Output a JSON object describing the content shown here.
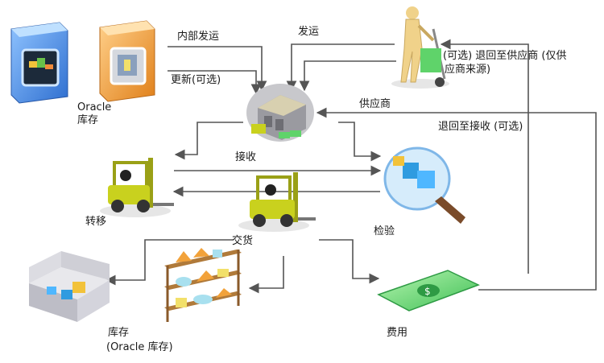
{
  "labels": {
    "oracle": "Oracle",
    "inventory_top": "库存",
    "internal_shipment": "内部发运",
    "shipment": "发运",
    "update_optional": "更新(可选)",
    "return_to_supplier_line1": "(可选) 退回至供应商 (仅供",
    "return_to_supplier_line2": "应商来源)",
    "supplier": "供应商",
    "return_to_receiving": "退回至接收 (可选)",
    "receive": "接收",
    "transfer": "转移",
    "deliver": "交货",
    "inspect": "检验",
    "expense": "费用",
    "inventory_bottom": "库存",
    "oracle_inventory": "(Oracle 库存)"
  },
  "colors": {
    "line": "#555555",
    "blue_box": "#4f8fe0",
    "orange_box": "#f4a23a",
    "forklift": "#c9d11e",
    "money": "#5fd36a",
    "building": "#9a9aa0",
    "magnifier": "#7fb7e8",
    "person": "#f0d28a"
  },
  "icons": [
    "blue-computer-icon",
    "orange-computer-icon",
    "dock-building-icon",
    "forklift-transfer-icon",
    "forklift-deliver-icon",
    "magnifier-inspect-icon",
    "person-handtruck-icon",
    "warehouse-room-icon",
    "shelves-icon",
    "money-bill-icon"
  ]
}
